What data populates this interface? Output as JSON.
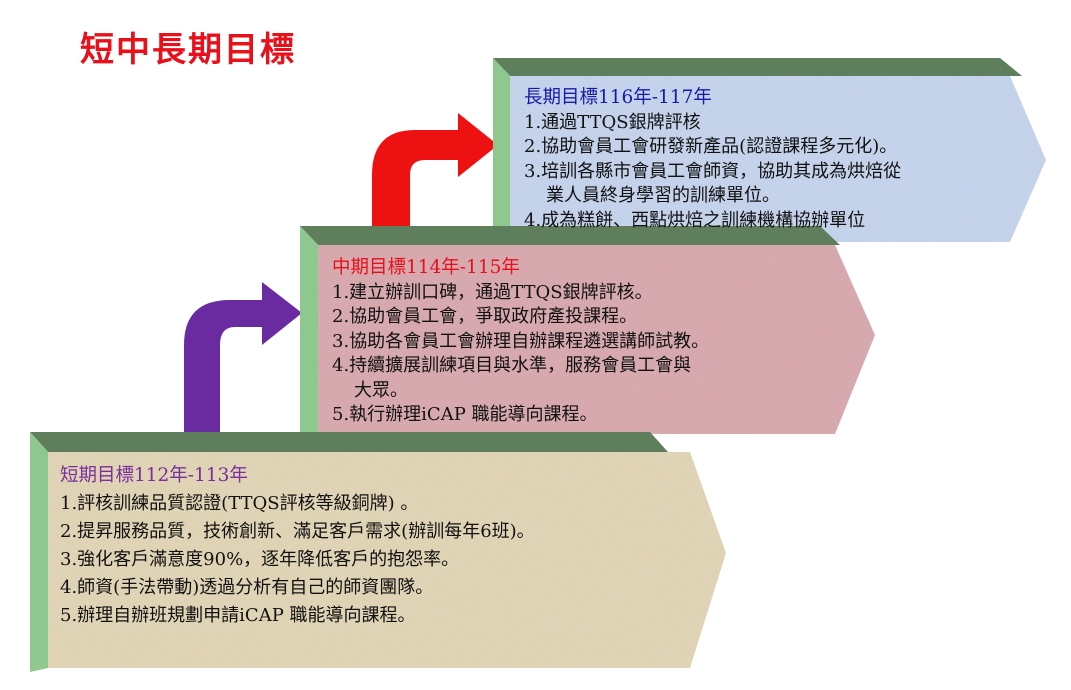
{
  "title": "短中長期目標",
  "colors": {
    "title": "#e8101a",
    "long_heading": "#1a1aa8",
    "mid_heading": "#e8101a",
    "short_heading": "#7a2f9a",
    "arrow_red": "#ee1111",
    "arrow_purple": "#6a2aa0"
  },
  "long_term": {
    "heading": "長期目標116年-117年",
    "items": [
      "1.通過TTQS銀牌評核",
      "2.協助會員工會研發新產品(認證課程多元化)。",
      "3.培訓各縣市會員工會師資，協助其成為烘焙從",
      "業人員終身學習的訓練單位。",
      "4.成為糕餅、西點烘焙之訓練機構協辦單位"
    ]
  },
  "mid_term": {
    "heading": "中期目標114年-115年",
    "items": [
      "1.建立辦訓口碑，通過TTQS銀牌評核。",
      "2.協助會員工會，爭取政府產投課程。",
      "3.協助各會員工會辦理自辦課程遴選講師試教。",
      "4.持續擴展訓練項目與水準，服務會員工會與",
      "大眾。",
      "5.執行辦理iCAP 職能導向課程。"
    ]
  },
  "short_term": {
    "heading": "短期目標112年-113年",
    "items": [
      "1.評核訓練品質認證(TTQS評核等級銅牌) 。",
      "2.提昇服務品質，技術創新、滿足客戶需求(辦訓每年6班)。",
      "3.強化客戶滿意度90%，逐年降低客戶的抱怨率。",
      "4.師資(手法帶動)透過分析有自己的師資團隊。",
      "5.辦理自辦班規劃申請iCAP 職能導向課程。"
    ]
  }
}
